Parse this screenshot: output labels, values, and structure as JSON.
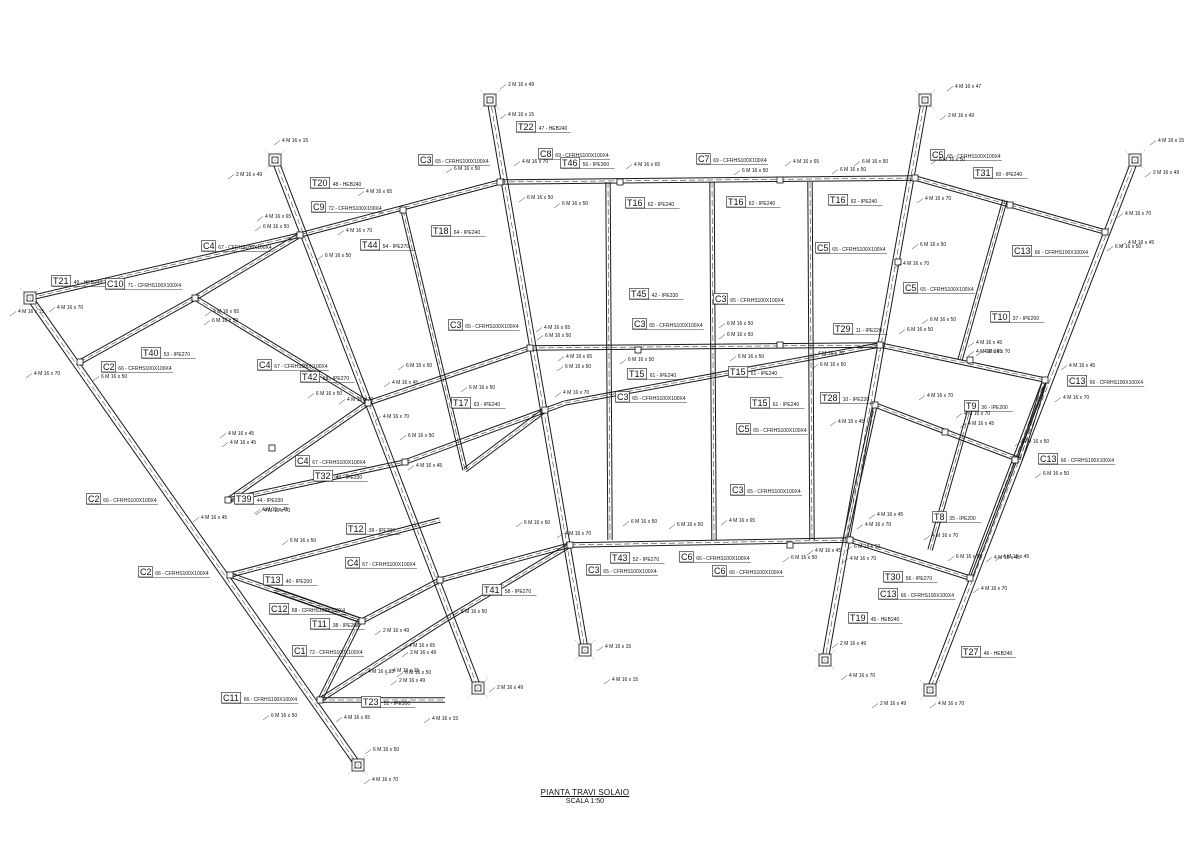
{
  "title": "PIANTA TRAVI SOLAIO",
  "scale": "SCALA  1:50",
  "members": [
    {
      "tag": "T22",
      "section": "47 - HEB240"
    },
    {
      "tag": "C3",
      "section": "65 - CFRHS100X100X4"
    },
    {
      "tag": "C8",
      "section": "69 - CFRHS100X100X4"
    },
    {
      "tag": "T46",
      "section": "50 - IPE300"
    },
    {
      "tag": "C7",
      "section": "69 - CFRHS100X100X4"
    },
    {
      "tag": "C5",
      "section": "65 - CFRHS100X100X4"
    },
    {
      "tag": "T20",
      "section": "48 - HEB240"
    },
    {
      "tag": "C9",
      "section": "72 - CFRHS100X100X4"
    },
    {
      "tag": "T44",
      "section": "54 - IPE270"
    },
    {
      "tag": "T18",
      "section": "64 - IPE240"
    },
    {
      "tag": "T16",
      "section": "62 - IPE240"
    },
    {
      "tag": "T16",
      "section": "62 - IPE240"
    },
    {
      "tag": "T16",
      "section": "62 - IPE240"
    },
    {
      "tag": "T31",
      "section": "60 - IPE240"
    },
    {
      "tag": "C4",
      "section": "67 - CFRHS100X100X4"
    },
    {
      "tag": "C5",
      "section": "65 - CFRHS100X100X4"
    },
    {
      "tag": "C13",
      "section": "66 - CFRHS100X100X4"
    },
    {
      "tag": "T21",
      "section": "49 - HEB240"
    },
    {
      "tag": "C10",
      "section": "71 - CFRHS100X100X4"
    },
    {
      "tag": "C5",
      "section": "65 - CFRHS100X100X4"
    },
    {
      "tag": "T45",
      "section": "42 - IPE330"
    },
    {
      "tag": "C3",
      "section": "65 - CFRHS100X100X4"
    },
    {
      "tag": "T10",
      "section": "37 - IPE200"
    },
    {
      "tag": "C3",
      "section": "65 - CFRHS100X100X4"
    },
    {
      "tag": "C3",
      "section": "65 - CFRHS100X100X4"
    },
    {
      "tag": "T29",
      "section": "11 - IPE220"
    },
    {
      "tag": "T40",
      "section": "53 - IPE270"
    },
    {
      "tag": "C2",
      "section": "66 - CFRHS100X100X4"
    },
    {
      "tag": "C4",
      "section": "67 - CFRHS100X100X4"
    },
    {
      "tag": "T42",
      "section": "59 - IPE270"
    },
    {
      "tag": "T15",
      "section": "61 - IPE240"
    },
    {
      "tag": "T15",
      "section": "61 - IPE240"
    },
    {
      "tag": "C13",
      "section": "66 - CFRHS100X100X4"
    },
    {
      "tag": "C3",
      "section": "65 - CFRHS100X100X4"
    },
    {
      "tag": "T17",
      "section": "63 - IPE240"
    },
    {
      "tag": "T15",
      "section": "61 - IPE240"
    },
    {
      "tag": "T28",
      "section": "10 - IPE220"
    },
    {
      "tag": "T9",
      "section": "36 - IPE200"
    },
    {
      "tag": "C5",
      "section": "65 - CFRHS100X100X4"
    },
    {
      "tag": "C4",
      "section": "67 - CFRHS100X100X4"
    },
    {
      "tag": "C13",
      "section": "66 - CFRHS100X100X4"
    },
    {
      "tag": "T32",
      "section": "43 - IPE330"
    },
    {
      "tag": "C3",
      "section": "65 - CFRHS100X100X4"
    },
    {
      "tag": "T39",
      "section": "44 - IPE330"
    },
    {
      "tag": "C2",
      "section": "66 - CFRHS100X100X4"
    },
    {
      "tag": "T12",
      "section": "39 - IPE200"
    },
    {
      "tag": "T8",
      "section": "35 - IPE200"
    },
    {
      "tag": "C4",
      "section": "67 - CFRHS100X100X4"
    },
    {
      "tag": "T43",
      "section": "52 - IPE270"
    },
    {
      "tag": "C6",
      "section": "66 - CFRHS100X100X4"
    },
    {
      "tag": "C6",
      "section": "66 - CFRHS100X100X4"
    },
    {
      "tag": "C3",
      "section": "65 - CFRHS100X100X4"
    },
    {
      "tag": "C2",
      "section": "66 - CFRHS100X100X4"
    },
    {
      "tag": "T13",
      "section": "40 - IPE200"
    },
    {
      "tag": "T30",
      "section": "56 - IPE270"
    },
    {
      "tag": "T41",
      "section": "58 - IPE270"
    },
    {
      "tag": "C12",
      "section": "68 - CFRHS100X100X4"
    },
    {
      "tag": "C13",
      "section": "66 - CFRHS100X100X4"
    },
    {
      "tag": "T11",
      "section": "38 - IPE200"
    },
    {
      "tag": "T19",
      "section": "45 - HEB240"
    },
    {
      "tag": "C1",
      "section": "72 - CFRHS100X100X4"
    },
    {
      "tag": "T27",
      "section": "46 - HEB240"
    },
    {
      "tag": "C11",
      "section": "66 - CFRHS100X100X4"
    },
    {
      "tag": "T23",
      "section": "51 - IPE300"
    }
  ],
  "bolt_notes": [
    "2 M 16 x 49",
    "4 M 16 x 15",
    "4 M 16 x 47",
    "2 M 16 x 49",
    "4 M 16 x 15",
    "2 M 16 x 49",
    "4 M 16 x 15",
    "2 M 16 x 49",
    "4 M 16 x 70",
    "6 M 16 x 50",
    "4 M 16 x 65",
    "6 M 16 x 50",
    "4 M 16 x 65",
    "6 M 16 x 50",
    "6 M 16 x 50",
    "6 M 16 x 50",
    "4 M 16 x 65",
    "6 M 16 x 50",
    "6 M 16 x 50",
    "4 M 16 x 70",
    "4 M 16 x 65",
    "6 M 16 x 50",
    "4 M 16 x 70",
    "6 M 16 x 50",
    "4 M 16 x 45",
    "4 M 16 x 70",
    "6 M 16 x 50",
    "6 M 16 x 50",
    "4 M 16 x 70",
    "4 M 16 x 15",
    "4 M 16 x 65",
    "6 M 16 x 50",
    "4 M 16 x 70",
    "6 M 16 x 50",
    "4 M 16 x 70",
    "4 M 16 x 45",
    "4 M 16 x 70",
    "6 M 16 x 50",
    "6 M 16 x 50",
    "4 M 16 x 65",
    "6 M 16 x 50",
    "6 M 16 x 50",
    "6 M 16 x 50",
    "4 M 16 x 65",
    "6 M 16 x 50",
    "6 M 16 x 50",
    "6 M 16 x 50",
    "4 M 16 x 70",
    "6 M 16 x 50",
    "4 M 16 x 45",
    "4 M 16 x 45",
    "4 M 16 x 70",
    "4 M 16 x 70",
    "4 M 16 x 45",
    "6 M 16 x 50",
    "6 M 16 x 50",
    "6 M 16 x 50",
    "4 M 16 x 70",
    "6 M 16 x 50",
    "4 M 16 x 45",
    "4 M 16 x 45",
    "4 M 16 x 45",
    "6 M 16 x 50",
    "6 M 16 x 50",
    "4 M 16 x 70",
    "4 M 16 x 70",
    "4 M 16 x 45",
    "4 M 16 x 45",
    "4 M 16 x 70",
    "4 M 16 x 45",
    "4 M 16 x 45",
    "6 M 16 x 50",
    "4 M 16 x 70",
    "4 M 16 x 45",
    "4 M 16 x 70",
    "6 M 16 x 50",
    "6 M 16 x 50",
    "4 M 16 x 65",
    "6 M 16 x 50",
    "4 M 16 x 70",
    "6 M 16 x 50",
    "4 M 16 x 45",
    "4 M 16 x 70",
    "6 M 16 x 50",
    "4 M 16 x 70",
    "6 M 16 x 50",
    "4 M 16 x 45",
    "4 M 16 x 70",
    "4 M 16 x 45",
    "6 M 16 x 50",
    "2 M 16 x 49",
    "4 M 16 x 15",
    "4 M 16 x 65",
    "6 M 16 x 50",
    "4 M 16 x 65",
    "6 M 16 x 50",
    "2 M 16 x 49",
    "4 M 16 x 15",
    "2 M 16 x 49",
    "4 M 16 x 15",
    "2 M 16 x 49",
    "4 M 16 x 15",
    "4 M 16 x 15",
    "2 M 16 x 49",
    "4 M 16 x 70",
    "6 M 16 x 50",
    "4 M 16 x 70",
    "4 M 16 x 70",
    "2 M 16 x 49",
    "4 M 16 x 15",
    "4 M 16 x 15",
    "2 M 16 x 49"
  ]
}
